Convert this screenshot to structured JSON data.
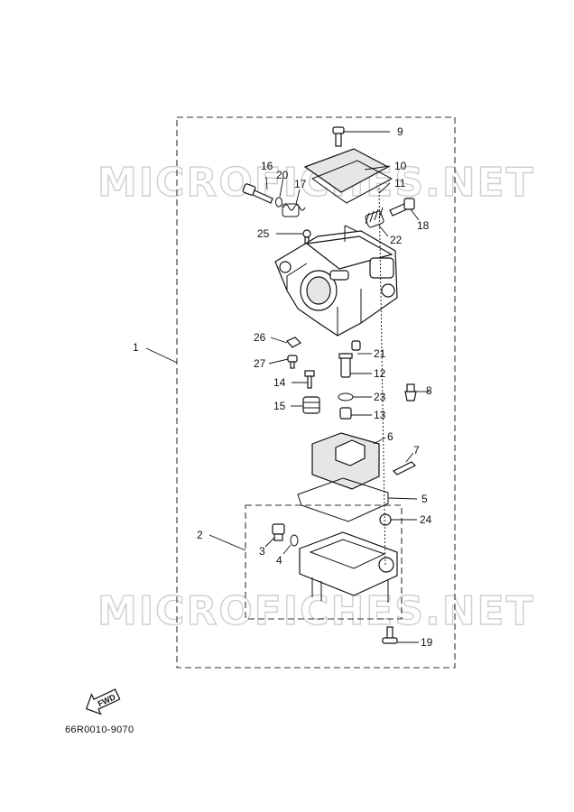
{
  "watermark": "MICROFICHES.NET",
  "diagram_code": "66R0010-9070",
  "fwd_label": "FWD",
  "callouts": [
    "1",
    "2",
    "3",
    "4",
    "5",
    "6",
    "7",
    "8",
    "9",
    "10",
    "11",
    "12",
    "13",
    "14",
    "15",
    "16",
    "17",
    "18",
    "19",
    "20",
    "21",
    "22",
    "23",
    "24",
    "25",
    "26",
    "27"
  ]
}
